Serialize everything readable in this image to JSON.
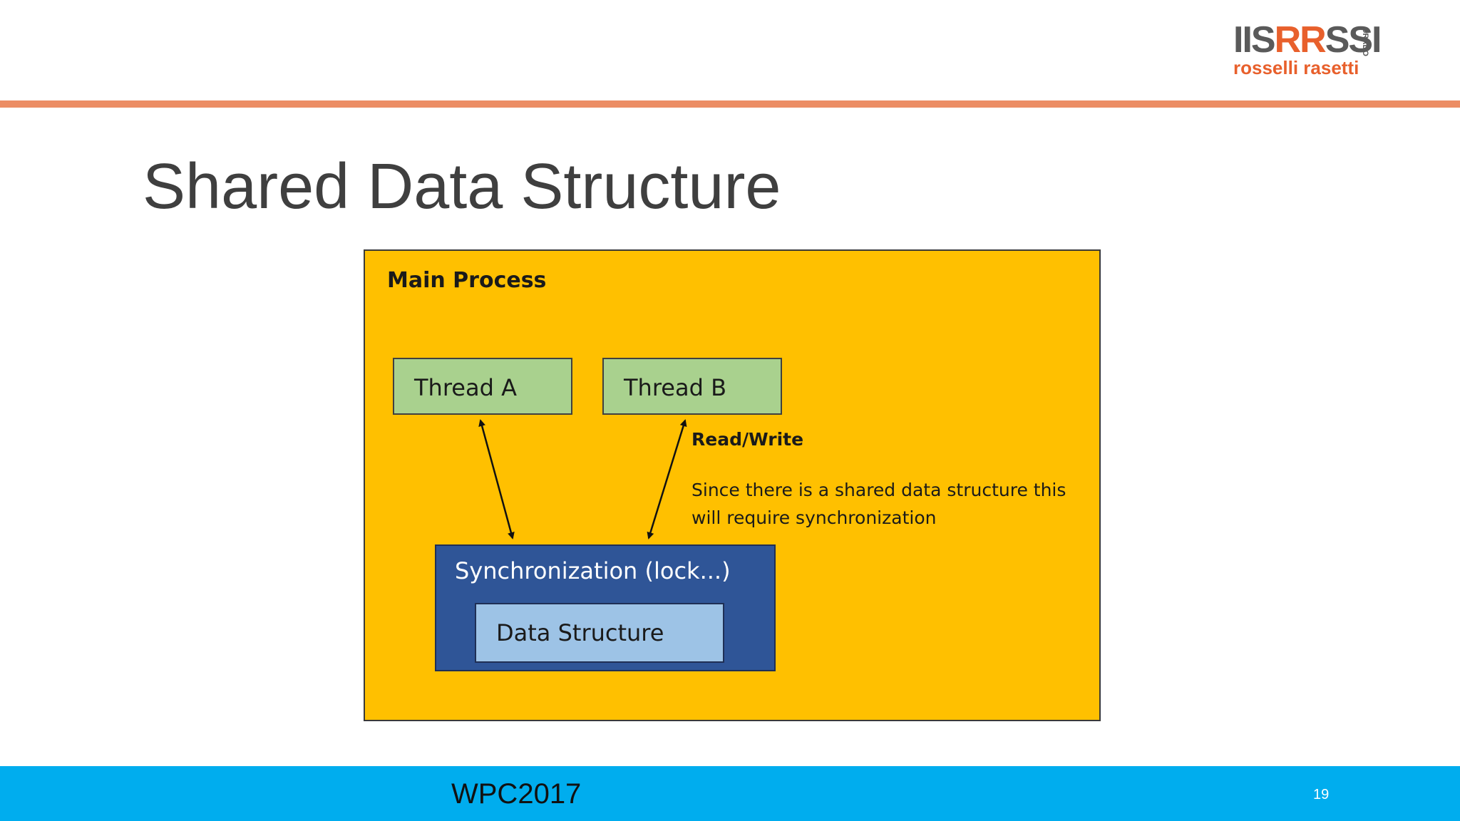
{
  "slide": {
    "title": "Shared Data Structure",
    "logo": {
      "mark_left": "IIS",
      "mark_orange": "RR",
      "mark_right": "SSI",
      "mark_small": "GRADO",
      "subtitle": "rosselli rasetti"
    }
  },
  "diagram": {
    "container_label": "Main Process",
    "thread_a_label": "Thread A",
    "thread_b_label": "Thread B",
    "arrow_label": "Read/Write",
    "note_text": "Since there is a shared data structure this will require synchronization",
    "sync_label": "Synchronization (lock...)",
    "data_structure_label": "Data Structure"
  },
  "footer": {
    "event": "WPC2017",
    "page_number": "19"
  },
  "colors": {
    "accent_rule": "#ec8d64",
    "footer_bar": "#00adee",
    "main_process_fill": "#ffc000",
    "thread_fill": "#a9d18e",
    "sync_fill": "#2f5597",
    "data_structure_fill": "#9dc3e6",
    "logo_orange": "#e8602c"
  }
}
